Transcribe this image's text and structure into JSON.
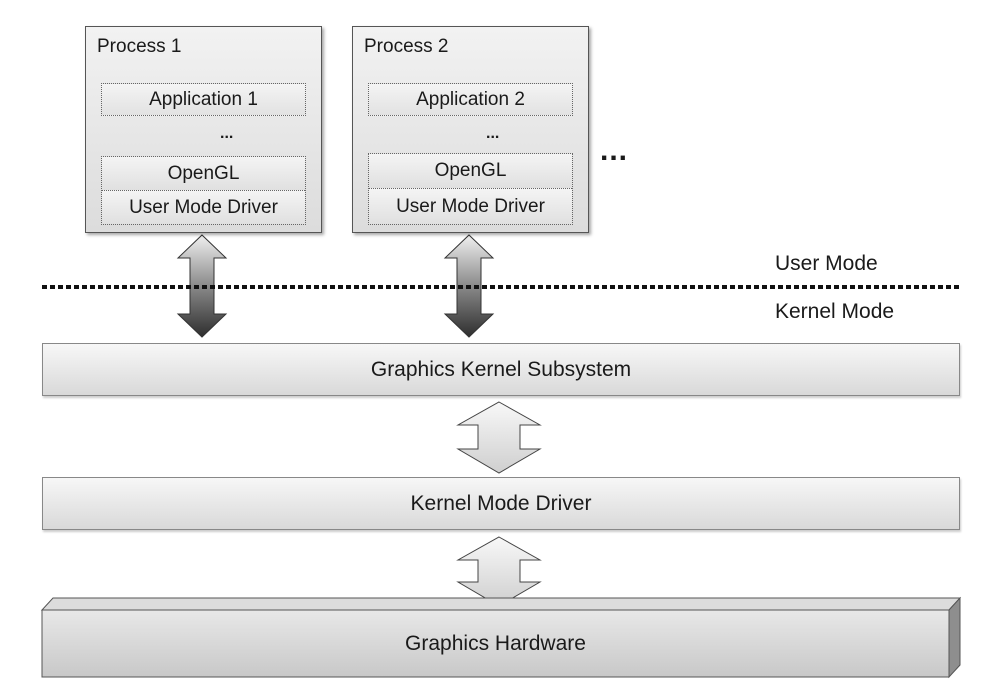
{
  "processes": [
    {
      "title": "Process 1",
      "application": "Application 1",
      "opengl": "OpenGL",
      "umd": "User Mode Driver",
      "arrows_more": "..."
    },
    {
      "title": "Process 2",
      "application": "Application 2",
      "opengl": "OpenGL",
      "umd": "User Mode Driver",
      "arrows_more": "..."
    }
  ],
  "more_processes": "...",
  "modes": {
    "user": "User Mode",
    "kernel": "Kernel Mode"
  },
  "layers": {
    "subsystem": "Graphics Kernel Subsystem",
    "kmd": "Kernel Mode Driver",
    "hardware": "Graphics Hardware"
  }
}
